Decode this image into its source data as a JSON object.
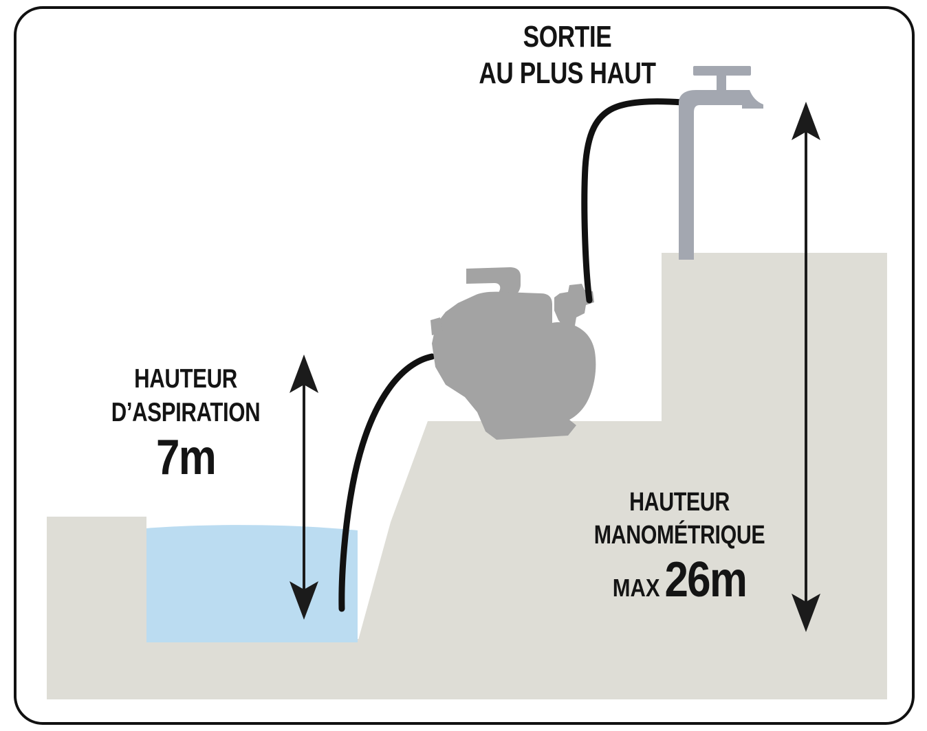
{
  "diagram": {
    "title": "Schema d'installation pompe - hauteurs",
    "frame": {
      "border_color": "#111111",
      "corner_radius": 38
    },
    "palette": {
      "ground": "#DEDDD6",
      "water": "#BBDCF1",
      "pump_body": "#A3A3A3",
      "faucet": "#A3A7B0",
      "hose": "#111111",
      "text": "#141414",
      "background": "#FFFFFF"
    },
    "labels": {
      "outlet": {
        "line1": "SORTIE",
        "line2": "AU PLUS HAUT"
      },
      "suction": {
        "line1": "HAUTEUR",
        "line2": "D’ASPIRATION",
        "value": "7m"
      },
      "head": {
        "line1": "HAUTEUR",
        "line2": "MANOMÉTRIQUE",
        "qualifier": "MAX",
        "value": "26m"
      }
    },
    "measurements": [
      {
        "name": "hauteur-aspiration",
        "label": "HAUTEUR D’ASPIRATION",
        "value": 7,
        "unit": "m",
        "display": "7m",
        "arrow": "double-vertical"
      },
      {
        "name": "hauteur-manometrique",
        "label": "HAUTEUR MANOMÉTRIQUE",
        "value": 26,
        "unit": "m",
        "display": "MAX 26m",
        "arrow": "double-vertical"
      }
    ],
    "components": [
      {
        "name": "pump",
        "label": "pompe"
      },
      {
        "name": "faucet",
        "label": "robinet"
      },
      {
        "name": "suction-hose",
        "label": "tuyau d’aspiration"
      },
      {
        "name": "discharge-hose",
        "label": "tuyau de refoulement"
      },
      {
        "name": "water-basin",
        "label": "bassin d’eau"
      }
    ]
  }
}
